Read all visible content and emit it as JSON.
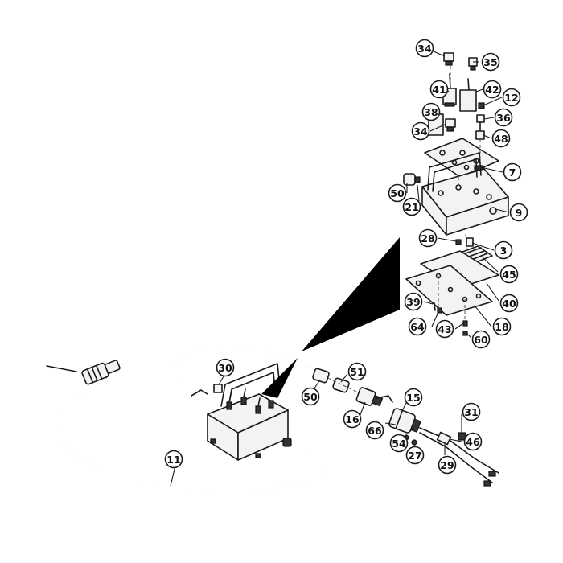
{
  "diagram": {
    "callouts": [
      {
        "label": "34"
      },
      {
        "label": "35"
      },
      {
        "label": "41"
      },
      {
        "label": "42"
      },
      {
        "label": "12"
      },
      {
        "label": "38"
      },
      {
        "label": "36"
      },
      {
        "label": "34"
      },
      {
        "label": "48"
      },
      {
        "label": "7"
      },
      {
        "label": "50"
      },
      {
        "label": "21"
      },
      {
        "label": "9"
      },
      {
        "label": "28"
      },
      {
        "label": "3"
      },
      {
        "label": "45"
      },
      {
        "label": "39"
      },
      {
        "label": "40"
      },
      {
        "label": "64"
      },
      {
        "label": "43"
      },
      {
        "label": "18"
      },
      {
        "label": "60"
      },
      {
        "label": "30"
      },
      {
        "label": "51"
      },
      {
        "label": "50"
      },
      {
        "label": "15"
      },
      {
        "label": "16"
      },
      {
        "label": "66"
      },
      {
        "label": "31"
      },
      {
        "label": "54"
      },
      {
        "label": "27"
      },
      {
        "label": "46"
      },
      {
        "label": "29"
      },
      {
        "label": "11"
      }
    ]
  }
}
